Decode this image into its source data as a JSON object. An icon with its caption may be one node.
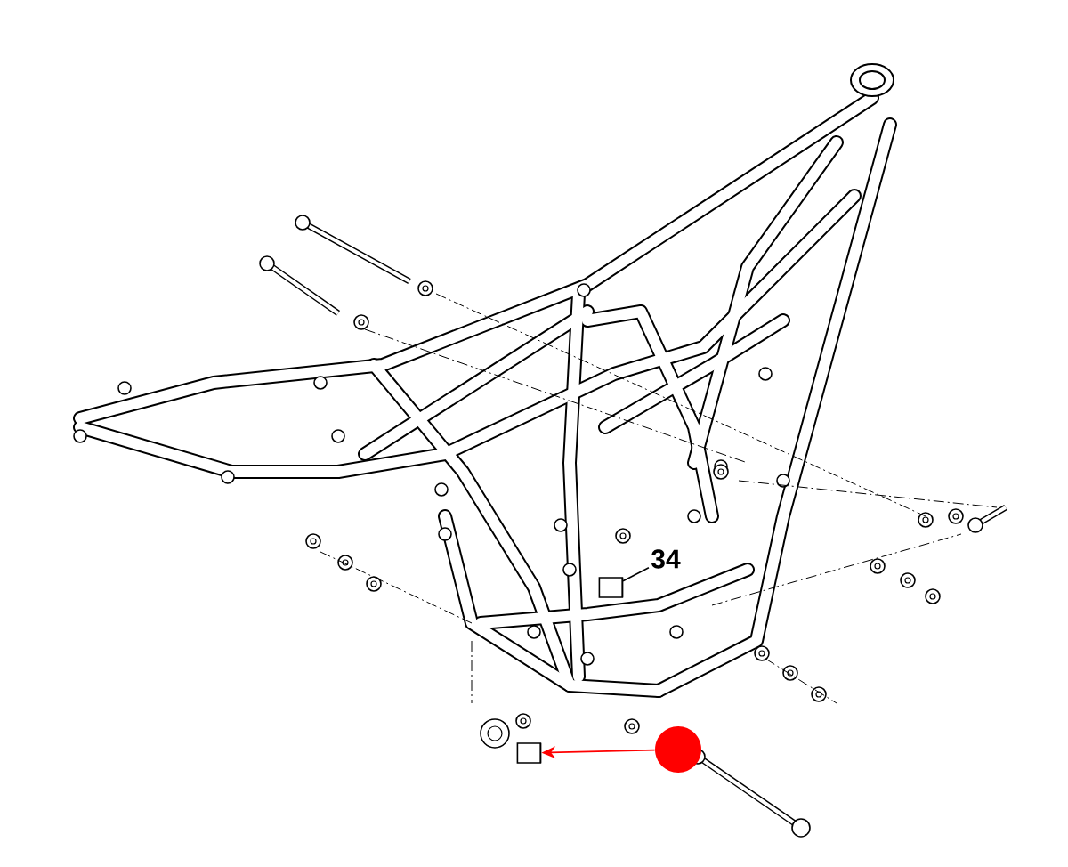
{
  "diagram": {
    "nodes": [
      {
        "text": [
          "34"
        ]
      },
      {
        "text": [],
        "shape": "cylinder"
      },
      {
        "text": [],
        "shape": "circle"
      },
      {
        "text": [],
        "shape": "cylinder"
      }
    ],
    "edges": [
      {
        "from": 0,
        "to": 1,
        "arrow": "none"
      },
      {
        "from": 2,
        "to": 3,
        "arrow": "to",
        "color": "#ff0000"
      }
    ]
  }
}
